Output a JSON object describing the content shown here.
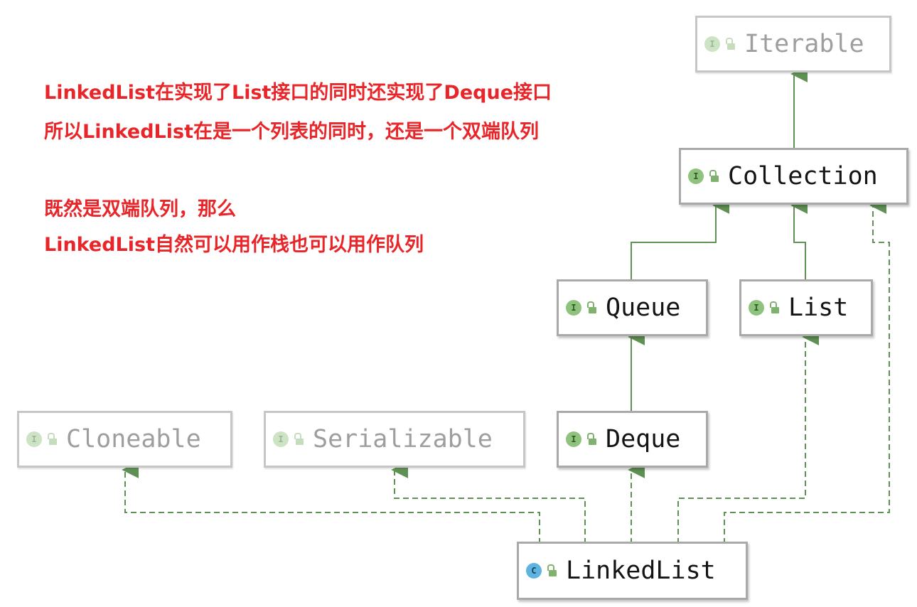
{
  "annotations": [
    "LinkedList在实现了List接口的同时还实现了Deque接口",
    "所以LinkedList在是一个列表的同时，还是一个双端队列",
    "既然是双端队列，那么",
    "LinkedList自然可以用作栈也可以用作队列"
  ],
  "nodes": {
    "iterable": {
      "name": "Iterable",
      "kind": "I",
      "faded": true
    },
    "collection": {
      "name": "Collection",
      "kind": "I",
      "faded": false
    },
    "queue": {
      "name": "Queue",
      "kind": "I",
      "faded": false
    },
    "list": {
      "name": "List",
      "kind": "I",
      "faded": false
    },
    "cloneable": {
      "name": "Cloneable",
      "kind": "I",
      "faded": true
    },
    "serializable": {
      "name": "Serializable",
      "kind": "I",
      "faded": true
    },
    "deque": {
      "name": "Deque",
      "kind": "I",
      "faded": false
    },
    "linkedlist": {
      "name": "LinkedList",
      "kind": "C",
      "faded": false
    }
  },
  "edges": [
    {
      "from": "Collection",
      "to": "Iterable",
      "style": "solid"
    },
    {
      "from": "Queue",
      "to": "Collection",
      "style": "solid"
    },
    {
      "from": "List",
      "to": "Collection",
      "style": "solid"
    },
    {
      "from": "Deque",
      "to": "Queue",
      "style": "solid"
    },
    {
      "from": "LinkedList",
      "to": "Cloneable",
      "style": "dashed"
    },
    {
      "from": "LinkedList",
      "to": "Serializable",
      "style": "dashed"
    },
    {
      "from": "LinkedList",
      "to": "Deque",
      "style": "dashed"
    },
    {
      "from": "LinkedList",
      "to": "List",
      "style": "dashed"
    },
    {
      "from": "LinkedList",
      "to": "Collection",
      "style": "dashed"
    }
  ],
  "colors": {
    "annotation_text": "#e8262a",
    "edge": "#5f9154",
    "interface_badge": "#8fc37d",
    "class_badge": "#5eb4df",
    "node_border": "#a9a9a9"
  }
}
